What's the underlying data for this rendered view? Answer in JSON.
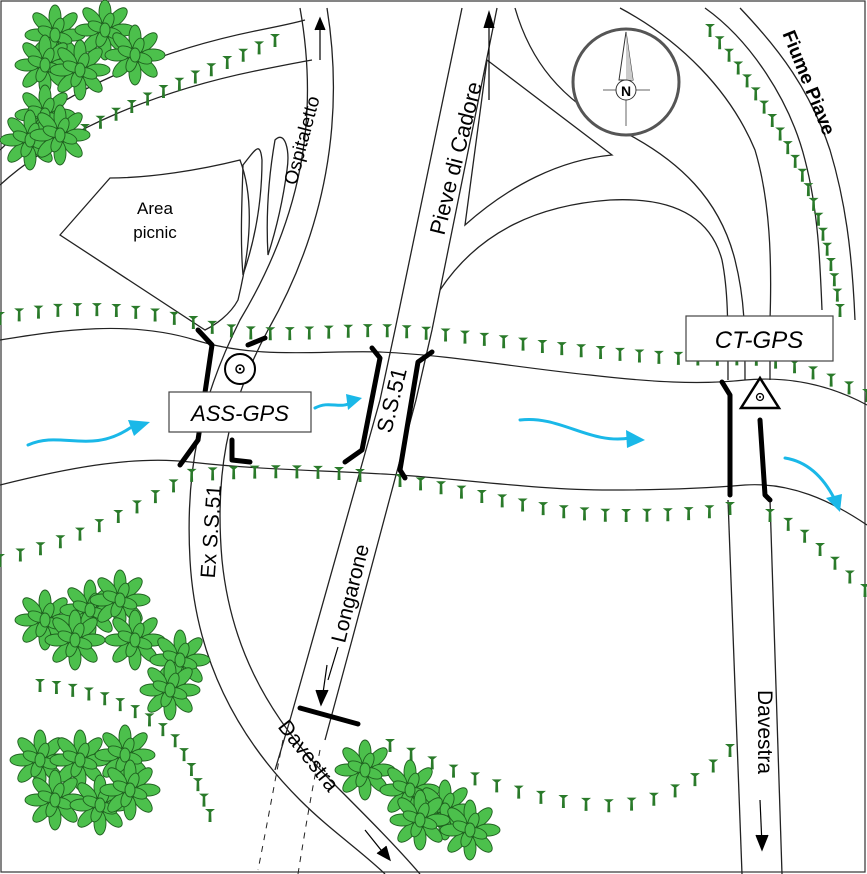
{
  "labels": {
    "area_picnic_line1": "Area",
    "area_picnic_line2": "picnic",
    "ospitaletto": "Ospitaletto",
    "pieve_di_cadore": "Pieve di Cadore",
    "fiume_piave": "Fiume Piave",
    "ss51": "S.S.51",
    "ex_ss51": "Ex S.S.51",
    "longarone": "Longarone",
    "davestra_left": "Davestra",
    "davestra_right": "Davestra"
  },
  "stations": {
    "ass_gps": "ASS-GPS",
    "ct_gps": "CT-GPS"
  },
  "compass": {
    "north": "N"
  },
  "colors": {
    "river_flow": "#1ab8e8",
    "vegetation": "#4cc04c",
    "bank_marker": "#2a7a2a"
  }
}
